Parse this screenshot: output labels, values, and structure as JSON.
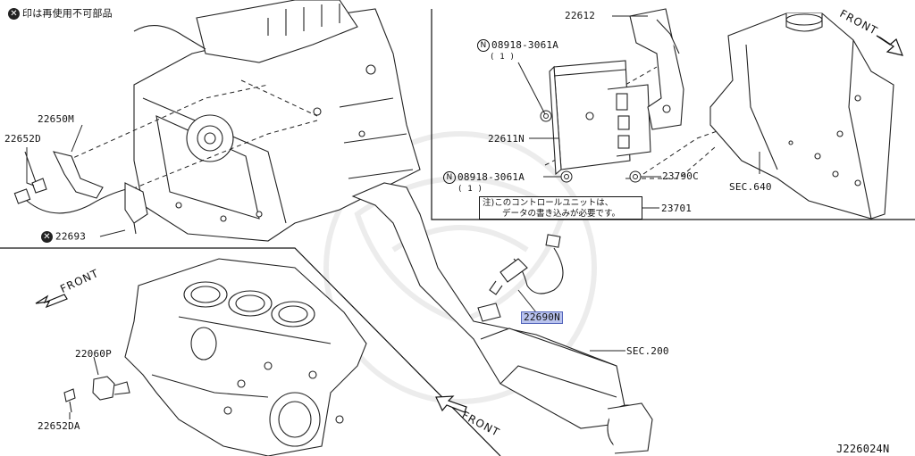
{
  "legend": {
    "icon": "x-circle-icon",
    "text": "印は再使用不可部品"
  },
  "labels": {
    "p22650M": "22650M",
    "p22652D": "22652D",
    "p22693": "22693",
    "p22612": "22612",
    "n_08918_a": "08918-3061A",
    "n_08918_a_qty": "( 1 )",
    "p22611N": "22611N",
    "n_08918_b": "08918-3061A",
    "n_08918_b_qty": "( 1 )",
    "p23790C": "23790C",
    "sec640": "SEC.640",
    "p23701": "23701",
    "p22690N": "22690N",
    "sec200": "SEC.200",
    "p22060P": "22060P",
    "p22652DA": "22652DA",
    "figure_code": "J226024N"
  },
  "n_marker": "N",
  "note": {
    "line1": "注)このコントロールユニットは、",
    "line2": "データの書き込みが必要です。"
  },
  "front_labels": {
    "top_right": "FRONT",
    "middle_left": "FRONT",
    "bottom": "FRONT"
  },
  "colors": {
    "highlight": "#b9c3ee",
    "highlight_border": "#5566bb",
    "line": "#222222"
  }
}
